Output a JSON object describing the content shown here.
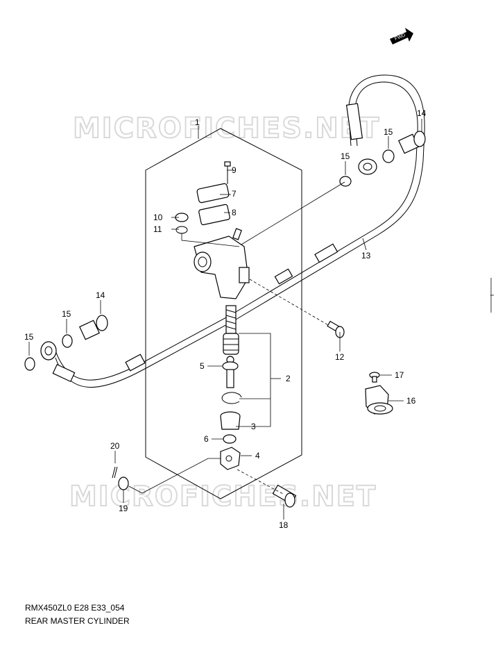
{
  "watermark": "MICROFICHES.NET",
  "fwd_label": "FWD",
  "diagram_code": "RMX450ZL0 E28 E33_054",
  "diagram_title": "REAR MASTER CYLINDER",
  "callouts": {
    "c1": "1",
    "c2": "2",
    "c3": "3",
    "c4": "4",
    "c5": "5",
    "c6": "6",
    "c7": "7",
    "c8": "8",
    "c9": "9",
    "c10": "10",
    "c11": "11",
    "c12": "12",
    "c13": "13",
    "c14a": "14",
    "c14b": "14",
    "c15a": "15",
    "c15b": "15",
    "c15c": "15",
    "c15d": "15",
    "c16": "16",
    "c17": "17",
    "c18": "18",
    "c19": "19",
    "c20": "20"
  }
}
